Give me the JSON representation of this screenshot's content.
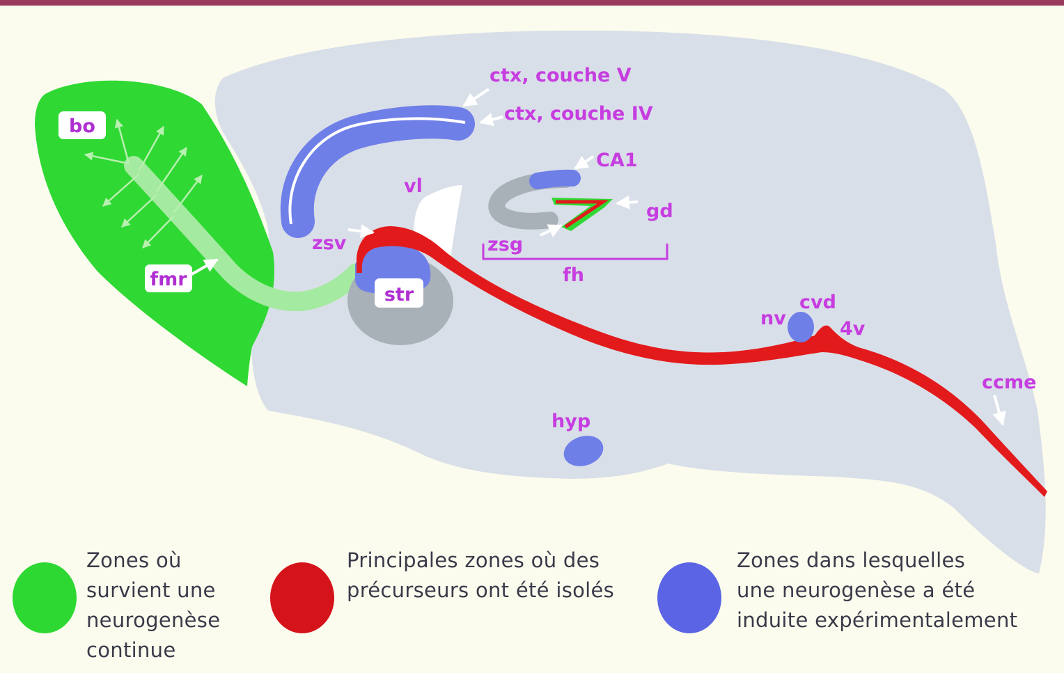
{
  "colors": {
    "background": "#fbfcee",
    "top_rule": "#9a3a5c",
    "brain": "#d9dfe8",
    "green": "#2fd833",
    "light_green": "#a4eaa0",
    "red": "#e31a1c",
    "blue": "#6f7fe8",
    "grey": "#a8b0b8",
    "label_magenta": "#c63de0"
  },
  "labels": {
    "bo": "bo",
    "fmr": "fmr",
    "str": "str",
    "ctx_v": "ctx, couche V",
    "ctx_iv": "ctx, couche IV",
    "ca1": "CA1",
    "vl": "vl",
    "gd": "gd",
    "zsv": "zsv",
    "zsg": "zsg",
    "fh": "fh",
    "cvd": "cvd",
    "nv": "nv",
    "v4": "4v",
    "ccme": "ccme",
    "hyp": "hyp"
  },
  "legend": {
    "green": {
      "color": "#2ed833",
      "lines": [
        "Zones où",
        "survient une",
        "neurogenèse",
        "continue"
      ]
    },
    "red": {
      "color": "#d4141a",
      "lines": [
        "Principales zones où des",
        "précurseurs ont été isolés"
      ]
    },
    "blue": {
      "color": "#5a64e4",
      "lines": [
        "Zones dans lesquelles",
        "une neurogenèse a été",
        "induite expérimentalement"
      ]
    }
  }
}
